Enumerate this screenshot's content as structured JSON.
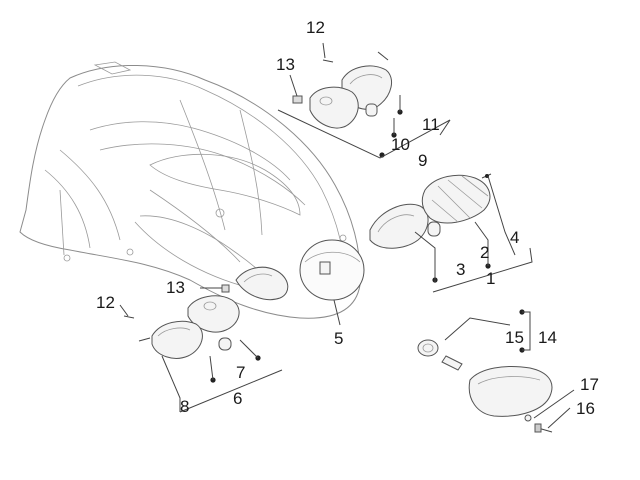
{
  "diagram": {
    "parts": [
      {
        "key": "p1",
        "label": "1"
      },
      {
        "key": "p2",
        "label": "2"
      },
      {
        "key": "p3",
        "label": "3"
      },
      {
        "key": "p4",
        "label": "4"
      },
      {
        "key": "p5",
        "label": "5"
      },
      {
        "key": "p6",
        "label": "6"
      },
      {
        "key": "p7",
        "label": "7"
      },
      {
        "key": "p8",
        "label": "8"
      },
      {
        "key": "p9",
        "label": "9"
      },
      {
        "key": "p10",
        "label": "10"
      },
      {
        "key": "p11",
        "label": "11"
      },
      {
        "key": "p12a",
        "label": "12"
      },
      {
        "key": "p12b",
        "label": "12"
      },
      {
        "key": "p13a",
        "label": "13"
      },
      {
        "key": "p13b",
        "label": "13"
      },
      {
        "key": "p14",
        "label": "14"
      },
      {
        "key": "p15",
        "label": "15"
      },
      {
        "key": "p16",
        "label": "16"
      },
      {
        "key": "p17",
        "label": "17"
      }
    ]
  }
}
